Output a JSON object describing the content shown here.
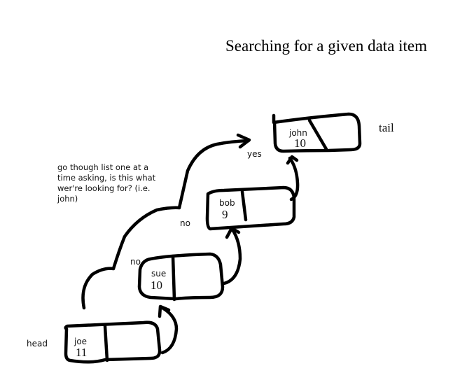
{
  "title": "Searching for a given data item",
  "annotation": "go though list one at a time asking, is this what wer're looking for? (i.e. john)",
  "labels": {
    "head": "head",
    "tail": "tail",
    "no_1": "no",
    "no_2": "no",
    "yes": "yes"
  },
  "nodes": [
    {
      "name": "joe",
      "value": "11"
    },
    {
      "name": "sue",
      "value": "10"
    },
    {
      "name": "bob",
      "value": "9"
    },
    {
      "name": "john",
      "value": "10"
    }
  ]
}
